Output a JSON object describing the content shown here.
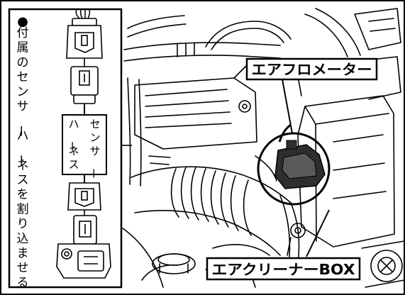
{
  "inset_note": {
    "bullet": "●",
    "lines": [
      "付属のセンサーハーネスを割り込ませる"
    ]
  },
  "harness_label": {
    "columns": [
      "センサー",
      "ハーネス"
    ]
  },
  "callouts": {
    "airflow_meter": "エアフロメーター",
    "air_cleaner_box": "エアクリーナーBOX"
  },
  "colors": {
    "line": "#000000",
    "fill": "#ffffff",
    "part_dark": "#2e2e2e",
    "part_mid": "#5a5a5a"
  }
}
